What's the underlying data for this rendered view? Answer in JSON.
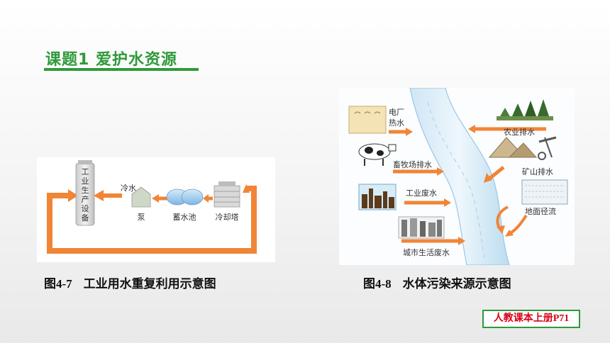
{
  "slide": {
    "title": "课题1  爱护水资源",
    "badge": "人教课本上册P71"
  },
  "figure_left": {
    "caption_number": "图4-7",
    "caption_text": "工业用水重复利用示意图",
    "labels": {
      "equipment": [
        "工",
        "业",
        "生",
        "产",
        "设",
        "备"
      ],
      "cold_water": "冷水",
      "pump": "泵",
      "reservoir": "蓄水池",
      "cooling_tower": "冷却塔"
    }
  },
  "figure_right": {
    "caption_number": "图4-8",
    "caption_text": "水体污染来源示意图",
    "labels": {
      "power_plant_line1": "电厂",
      "power_plant_line2": "热水",
      "livestock": "畜牧场排水",
      "industrial": "工业废水",
      "urban": "城市生活废水",
      "agriculture": "农业排水",
      "mining": "矿山排水",
      "surface_runoff": "地面径流"
    }
  },
  "colors": {
    "accent_green": "#2e9a3a",
    "arrow_orange": "#f08536",
    "badge_red": "#d8001c"
  }
}
